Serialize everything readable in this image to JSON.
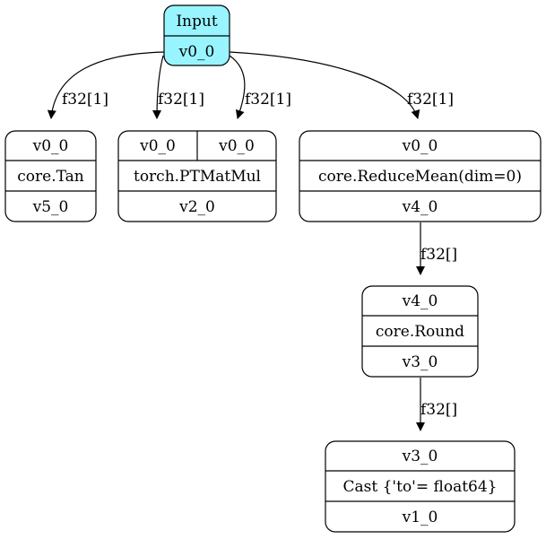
{
  "colors": {
    "input_fill": "#98f5ff",
    "node_fill": "#ffffff",
    "stroke": "#000000"
  },
  "nodes": {
    "input": {
      "title": "Input",
      "output": "v0_0"
    },
    "tan": {
      "input": "v0_0",
      "op": "core.Tan",
      "output": "v5_0"
    },
    "matmul": {
      "input_a": "v0_0",
      "input_b": "v0_0",
      "op": "torch.PTMatMul",
      "output": "v2_0"
    },
    "reduce_mean": {
      "input": "v0_0",
      "op": "core.ReduceMean(dim=0)",
      "output": "v4_0"
    },
    "round": {
      "input": "v4_0",
      "op": "core.Round",
      "output": "v3_0"
    },
    "cast": {
      "input": "v3_0",
      "op": "Cast {'to'= float64}",
      "output": "v1_0"
    }
  },
  "edges": {
    "input_to_tan": "f32[1]",
    "input_to_matmul_a": "f32[1]",
    "input_to_matmul_b": "f32[1]",
    "input_to_reduce_mean": "f32[1]",
    "reduce_mean_to_round": "f32[]",
    "round_to_cast": "f32[]"
  }
}
